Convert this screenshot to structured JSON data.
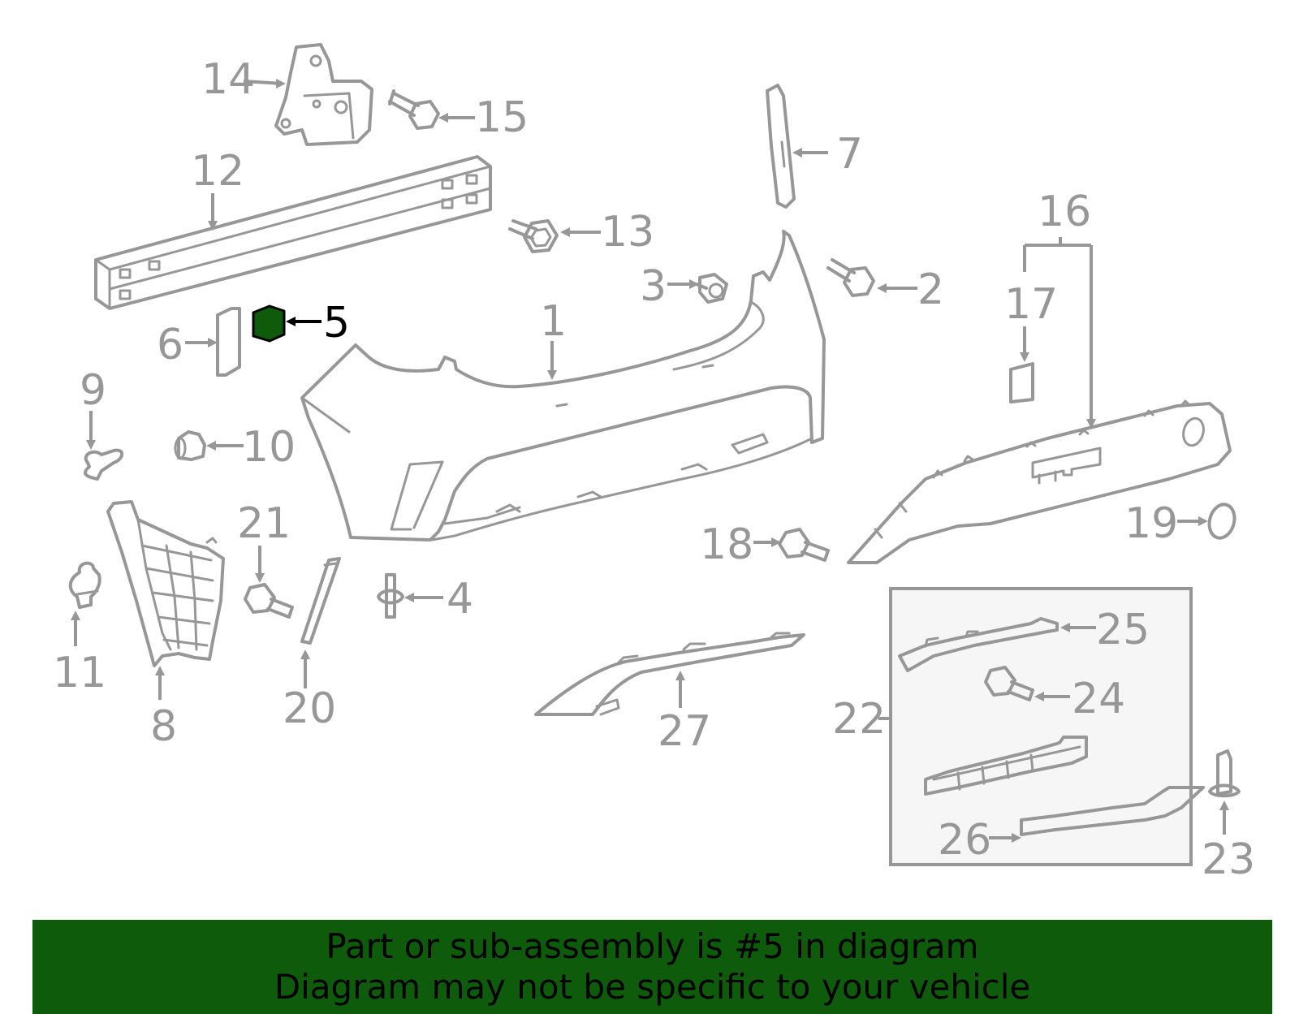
{
  "diagram": {
    "highlight_color": "#0e5c0b",
    "highlighted_part": "5",
    "callouts": [
      "1",
      "2",
      "3",
      "4",
      "5",
      "6",
      "7",
      "8",
      "9",
      "10",
      "11",
      "12",
      "13",
      "14",
      "15",
      "16",
      "17",
      "18",
      "19",
      "20",
      "21",
      "22",
      "23",
      "24",
      "25",
      "26",
      "27"
    ]
  },
  "banner": {
    "line1": "Part or sub-assembly is #5 in diagram",
    "line2": "Diagram may not be specific to your vehicle",
    "background": "#0e5c0b"
  }
}
